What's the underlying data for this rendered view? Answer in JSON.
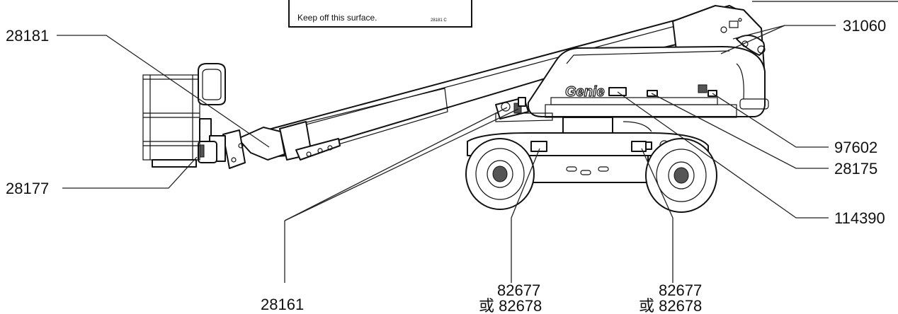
{
  "inset_note": {
    "text": "Keep off this surface.",
    "code": "28181  C"
  },
  "brand": "Genie",
  "callouts": {
    "c28181": "28181",
    "c28177": "28177",
    "c28161": "28161",
    "c31060": "31060",
    "c97602": "97602",
    "c28175": "28175",
    "c114390": "114390",
    "c82677_left_a": "82677",
    "c82677_left_b": "或 82678",
    "c82677_right_a": "82677",
    "c82677_right_b": "或 82678"
  }
}
